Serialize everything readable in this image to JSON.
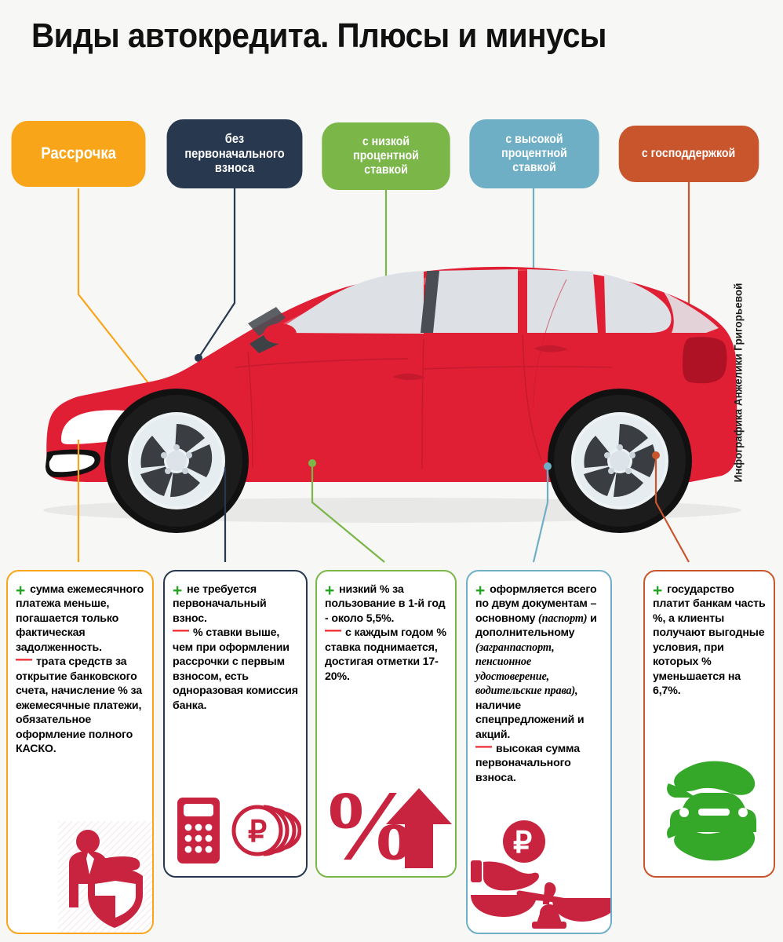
{
  "page": {
    "title": "Виды автокредита. Плюсы и минусы",
    "credit": "Инфографика Анжелики Григорьевой",
    "background": "#f7f7f5"
  },
  "colors": {
    "orange": "#F9A51A",
    "navy": "#27384F",
    "green": "#7AB648",
    "blue": "#6FAFC6",
    "brick": "#C9552C",
    "plus": "#23A522",
    "minus": "#EE1F26",
    "icon_red": "#C8233F",
    "icon_green": "#35A829",
    "car_red": "#E01F35"
  },
  "tabs": [
    {
      "id": "rassrochka",
      "label": "Рассрочка",
      "color": "#F9A51A"
    },
    {
      "id": "bez-vznosa",
      "label": "без первоначального взноса",
      "color": "#27384F"
    },
    {
      "id": "nizkaya",
      "label": "с низкой процентной ставкой",
      "color": "#7AB648"
    },
    {
      "id": "vysokaya",
      "label": "с высокой процентной ставкой",
      "color": "#6FAFC6"
    },
    {
      "id": "gospodderzhka",
      "label": "с господдержкой",
      "color": "#C9552C"
    }
  ],
  "cards": [
    {
      "id": "rassrochka",
      "color": "#F9A51A",
      "icon": "businessman-shield-icon",
      "plus_label": "+",
      "minus_label": "—",
      "pros": "сумма ежемесячного платежа меньше, погашается только фактическая задолженность.",
      "cons": "трата средств за открытие банковского счета, начисление % за ежемесячные платежи, обязательное оформление полного КАСКО."
    },
    {
      "id": "bez-vznosa",
      "color": "#27384F",
      "icon": "calculator-coins-icon",
      "plus_label": "+",
      "minus_label": "—",
      "pros": "не требуется первоначальный взнос.",
      "cons": "% ставки выше, чем при оформлении рассрочки с первым взносом, есть одноразовая комиссия банка."
    },
    {
      "id": "nizkaya",
      "color": "#7AB648",
      "icon": "percent-arrow-up-icon",
      "plus_label": "+",
      "minus_label": "—",
      "pros": "низкий % за пользование в 1-й год - около 5,5%.",
      "cons": "с каждым годом % ставка поднимается, достигая отметки 17-20%."
    },
    {
      "id": "vysokaya",
      "color": "#6FAFC6",
      "icon": "hand-ruble-scales-icon",
      "plus_label": "+",
      "minus_label": "—",
      "pros_part1": "оформляется всего по двум документам – основному ",
      "pros_italic1": "(паспорт)",
      "pros_part2": " и дополнительному ",
      "pros_italic2": "(загранпаспорт, пенсионное удостоверение, водительские права),",
      "pros_part3": " наличие спецпредложений и акций.",
      "cons": "высокая сумма первоначального взноса."
    },
    {
      "id": "gospodderzhka",
      "color": "#C9552C",
      "icon": "hands-car-icon",
      "plus_label": "+",
      "pros": "государство платит банкам часть %, а клиенты получают выгодные условия, при которых % уменьшается на 6,7%."
    }
  ],
  "illustration": {
    "name": "red-hatchback-car",
    "body_color": "#E01F35",
    "window_color": "#DDE1E6",
    "tire_color": "#111111",
    "rim_color": "#EDF2F5"
  }
}
